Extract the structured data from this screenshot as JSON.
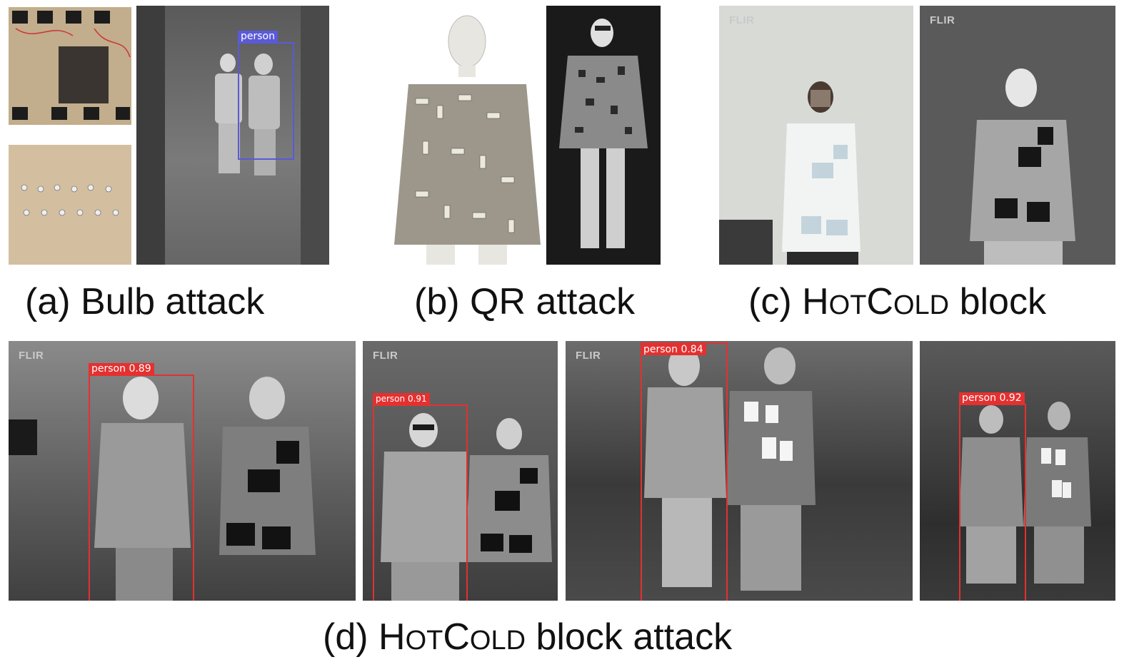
{
  "captions": {
    "a_prefix": "(a) Bulb attack",
    "b_prefix": "(b) QR attack",
    "c_pre": "(c) H",
    "c_ot": "OT",
    "c_c": "C",
    "c_old": "OLD",
    "c_post": " block",
    "d_pre": "(d) H",
    "d_ot": "OT",
    "d_c": "C",
    "d_old": "OLD",
    "d_post": " block attack"
  },
  "logos": {
    "flir": "FLIR"
  },
  "detections": {
    "a_label": "person",
    "d1_label": "person 0.89",
    "d2_label": "person 0.91",
    "d3_label": "person 0.84",
    "d4_label": "person 0.92"
  },
  "colors": {
    "bbox_red": "#e53030",
    "bbox_blue": "#5a5ad8",
    "thermal_dark": "#3c3c3c",
    "thermal_light": "#e8e8e8"
  }
}
